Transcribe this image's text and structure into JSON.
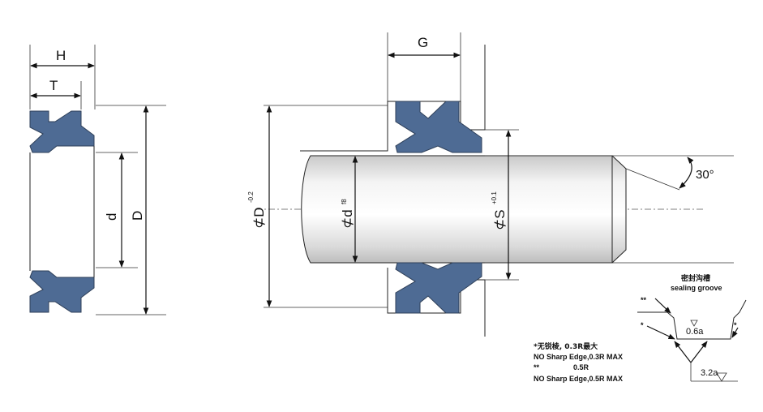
{
  "dimensions": {
    "H": "H",
    "T": "T",
    "d": "d",
    "D": "D",
    "G": "G",
    "angle": "30°"
  },
  "bore": {
    "prefix": "⊄D",
    "tol": "-0.2"
  },
  "rod": {
    "prefix": "⊄d",
    "tol": "f8"
  },
  "seal_dia": {
    "prefix": "⊄S",
    "tol": "+0.1"
  },
  "groove": {
    "title_cn": "密封沟槽",
    "title_en": "sealing groove",
    "star2": "**",
    "star1": "*",
    "roughness_wall": "0.6a",
    "roughness_bottom": "3.2a"
  },
  "notes": {
    "line1": "*无锐棱, 0.3R最大",
    "line2": "NO Sharp Edge,0.3R MAX",
    "line3_star": "**",
    "line3_val": "0.5R",
    "line4": "NO Sharp Edge,0.5R MAX"
  },
  "colors": {
    "seal": "#4e6b94",
    "rod": "#e8e8e8"
  }
}
